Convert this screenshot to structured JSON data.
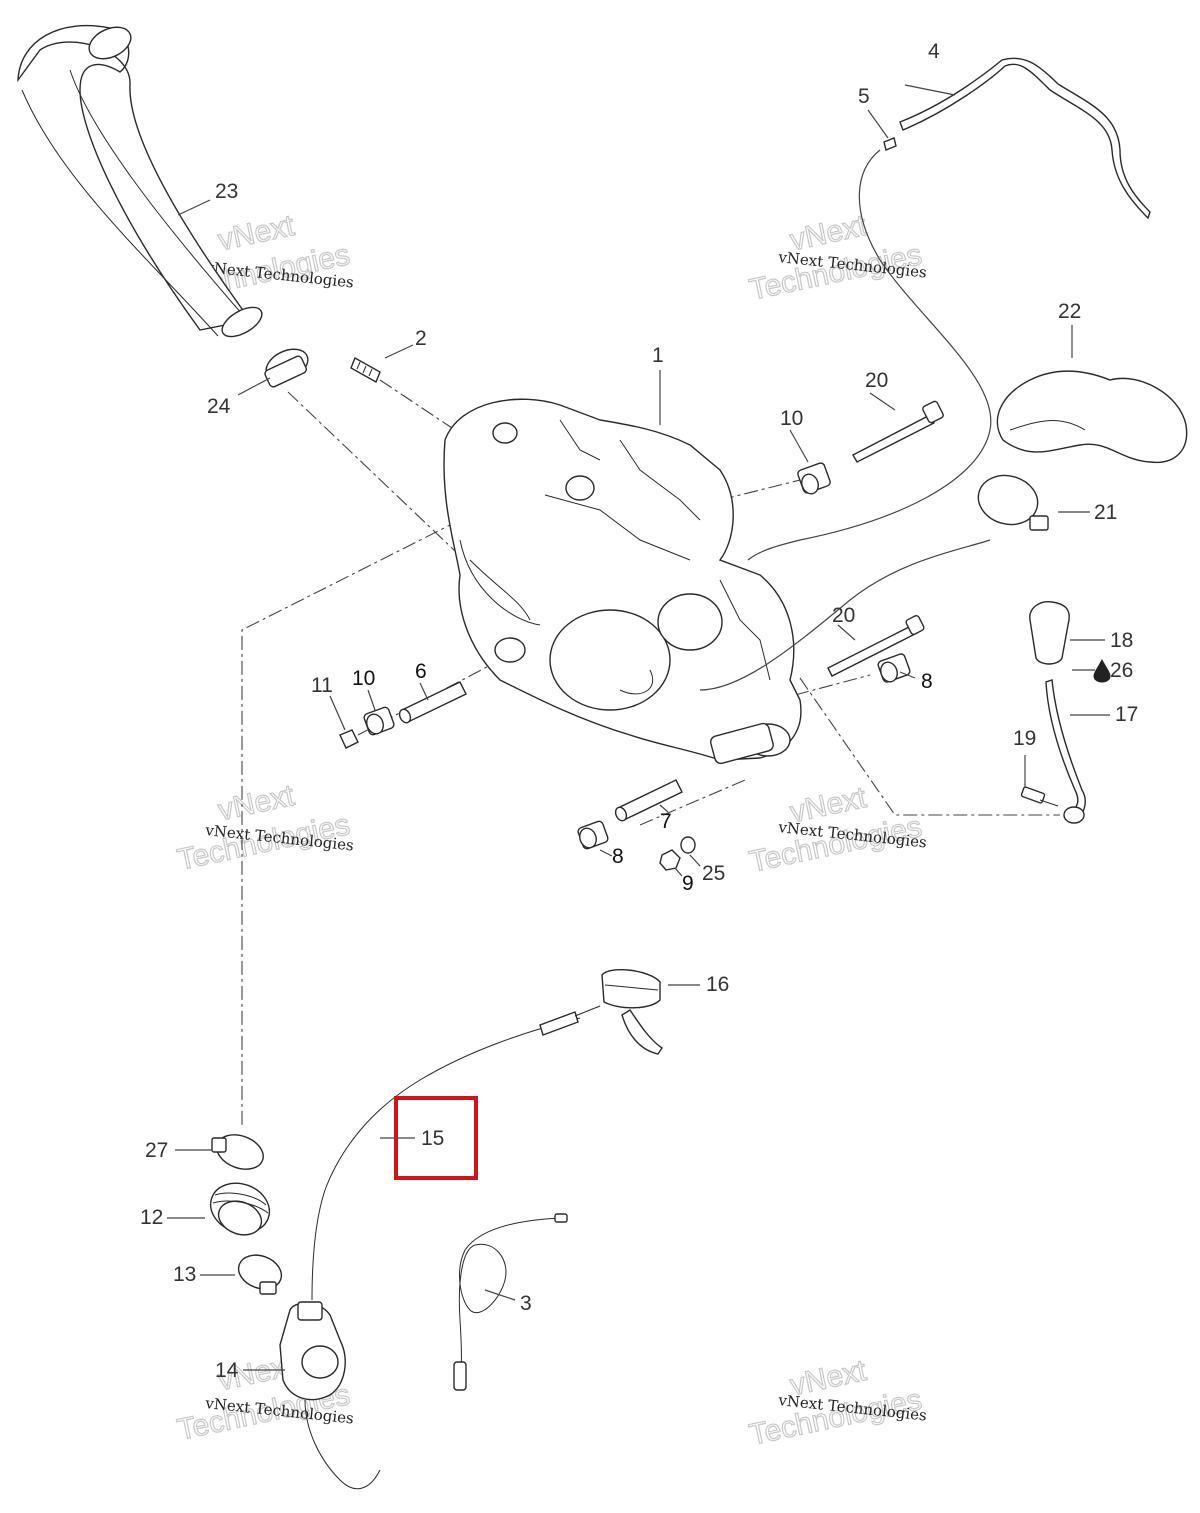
{
  "watermark": {
    "line1": "vNext Technologies",
    "big1": "vNext",
    "big2": "Technologies"
  },
  "parts": [
    {
      "id": "p1",
      "label": "1"
    },
    {
      "id": "p2",
      "label": "2"
    },
    {
      "id": "p3",
      "label": "3"
    },
    {
      "id": "p4",
      "label": "4"
    },
    {
      "id": "p5",
      "label": "5"
    },
    {
      "id": "p6",
      "label": "6"
    },
    {
      "id": "p7",
      "label": "7"
    },
    {
      "id": "p8a",
      "label": "8"
    },
    {
      "id": "p8b",
      "label": "8"
    },
    {
      "id": "p9",
      "label": "9"
    },
    {
      "id": "p10a",
      "label": "10"
    },
    {
      "id": "p10b",
      "label": "10"
    },
    {
      "id": "p11",
      "label": "11"
    },
    {
      "id": "p12",
      "label": "12"
    },
    {
      "id": "p13",
      "label": "13"
    },
    {
      "id": "p14",
      "label": "14"
    },
    {
      "id": "p15",
      "label": "15"
    },
    {
      "id": "p16",
      "label": "16"
    },
    {
      "id": "p17",
      "label": "17"
    },
    {
      "id": "p18",
      "label": "18"
    },
    {
      "id": "p19",
      "label": "19"
    },
    {
      "id": "p20a",
      "label": "20"
    },
    {
      "id": "p20b",
      "label": "20"
    },
    {
      "id": "p21",
      "label": "21"
    },
    {
      "id": "p22",
      "label": "22"
    },
    {
      "id": "p23",
      "label": "23"
    },
    {
      "id": "p24",
      "label": "24"
    },
    {
      "id": "p25",
      "label": "25"
    },
    {
      "id": "p26",
      "label": "26"
    },
    {
      "id": "p27",
      "label": "27"
    }
  ],
  "highlight": {
    "target": "15",
    "color": "#d0141a"
  }
}
